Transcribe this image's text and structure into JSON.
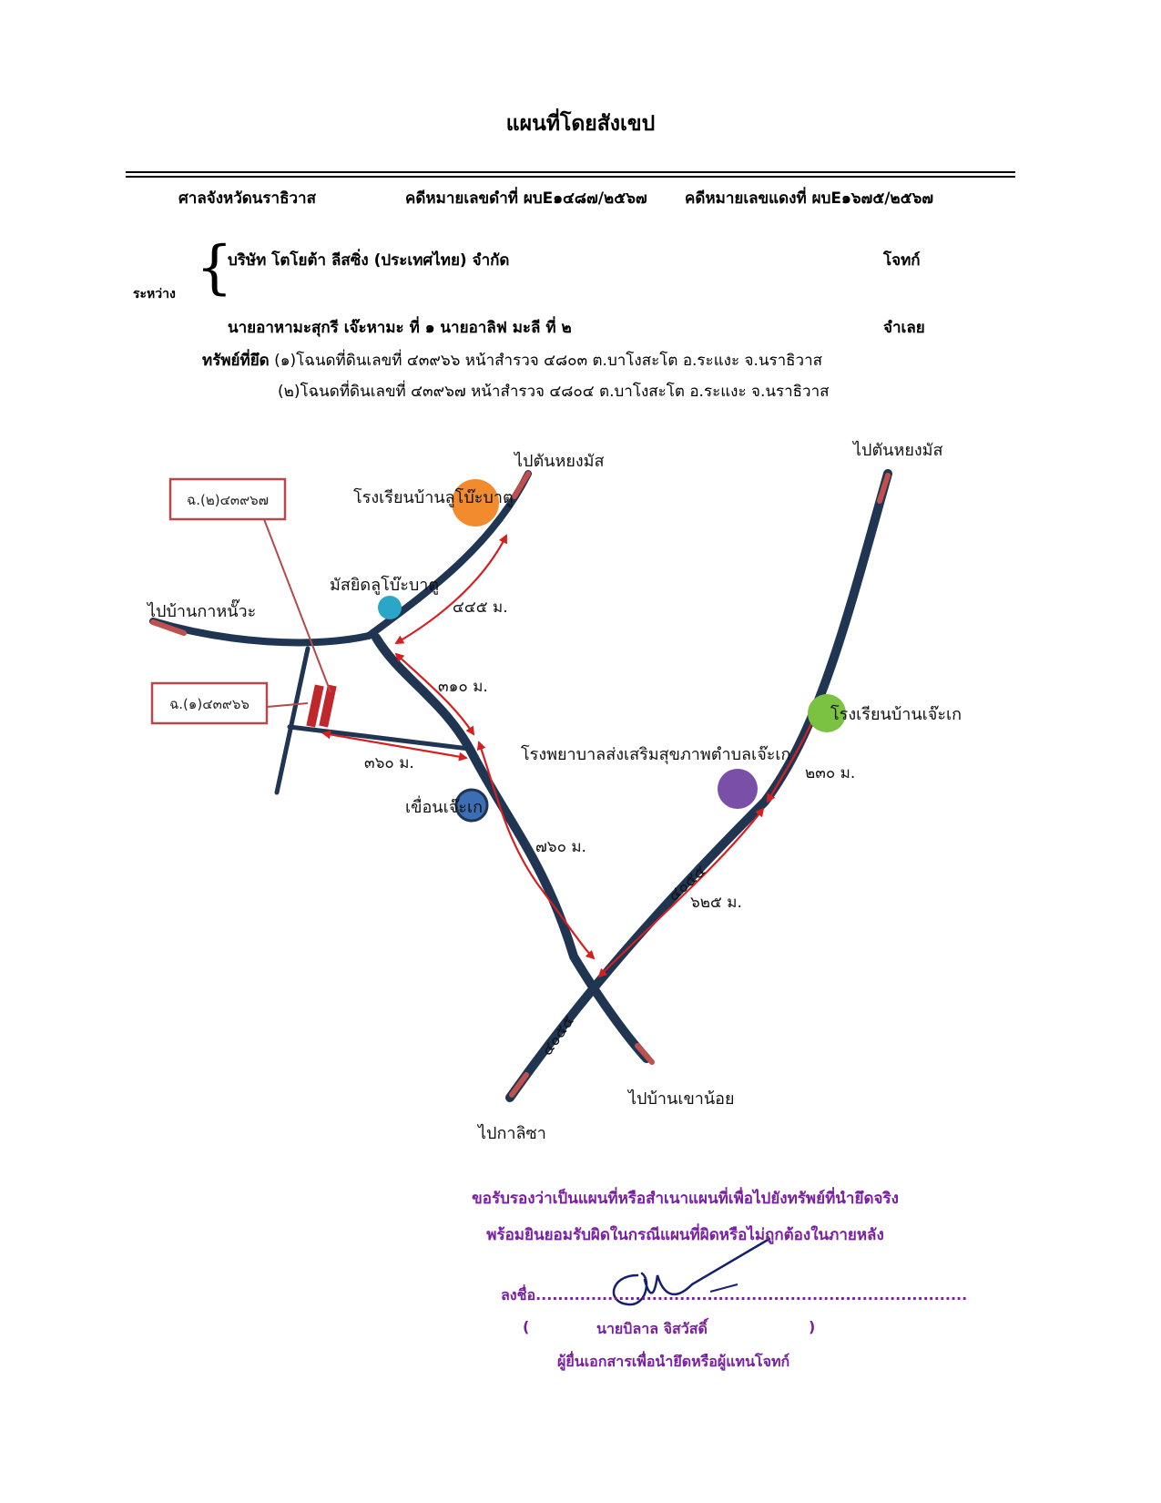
{
  "document": {
    "title": "แผนที่โดยสังเขป",
    "court": "ศาลจังหวัดนราธิวาส",
    "black_case": "คดีหมายเลขดำที่ ผบE๑๔๘๗/๒๕๖๗",
    "red_case": "คดีหมายเลขแดงที่ ผบE๑๖๗๕/๒๕๖๗",
    "between_label": "ระหว่าง",
    "plaintiff": "บริษัท โตโยต้า ลีสซิ่ง (ประเทศไทย) จำกัด",
    "plaintiff_role": "โจทก์",
    "defendant": "นายอาหามะสุกรี เจ๊ะหามะ ที่ ๑ นายอาลิฟ มะลี ที่ ๒",
    "defendant_role": "จำเลย",
    "property_label": "ทรัพย์ที่ยึด",
    "property_1": "(๑)โฉนดที่ดินเลขที่ ๔๓๙๖๖ หน้าสำรวจ ๔๘๐๓ ต.บาโงสะโต อ.ระแงะ จ.นราธิวาส",
    "property_2": "(๒)โฉนดที่ดินเลขที่ ๔๓๙๖๗ หน้าสำรวจ ๔๘๐๔ ต.บาโงสะโต อ.ระแงะ จ.นราธิวาส"
  },
  "map": {
    "destinations": {
      "ton_yong_mas_1": "ไปตันหยงมัส",
      "ton_yong_mas_2": "ไปตันหยงมัส",
      "ban_ka_nua": "ไปบ้านกาหนั๊วะ",
      "ka_li_sa": "ไปกาลิซา",
      "ban_khao_noi": "ไปบ้านเขาน้อย"
    },
    "landmarks": {
      "school_luboh_batu": "โรงเรียนบ้านลูโบ๊ะบาตู",
      "mosque_luboh_batu": "มัสยิดลูโบ๊ะบาตู",
      "school_jeh_ke": "โรงเรียนบ้านเจ๊ะเก",
      "health_hospital": "โรงพยาบาลส่งเสริมสุขภาพตำบลเจ๊ะเก",
      "jeh_ke_dam": "เขื่อนเจ๊ะเก"
    },
    "landmark_colors": {
      "school_luboh_batu": "#f28a2e",
      "mosque_luboh_batu": "#2aa6c6",
      "school_jeh_ke": "#7cc242",
      "health_hospital": "#7a4fa8",
      "jeh_ke_dam": "#3b6eb5"
    },
    "parcels": {
      "parcel_2": "ฉ.(๒)๔๓๙๖๗",
      "parcel_1": "ฉ.(๑)๔๓๙๖๖"
    },
    "distances": {
      "d445": "๔๔๕ ม.",
      "d310": "๓๑๐ ม.",
      "d360": "๓๖๐ ม.",
      "d760": "๗๖๐ ม.",
      "d230": "๒๓๐ ม.",
      "d625": "๖๒๕ ม."
    },
    "road_numbers": {
      "upper": "๔๐๕๕",
      "lower": "๔๐๕๕"
    },
    "colors": {
      "road": "#1f3552",
      "arrow": "#d42020",
      "parcel_box": "#b5494c"
    }
  },
  "certification": {
    "line1": "ขอรับรองว่าเป็นแผนที่หรือสำเนาแผนที่เพื่อไปยังทรัพย์ที่นำยึดจริง",
    "line2": "พร้อมยินยอมรับผิดในกรณีแผนที่ผิดหรือไม่ถูกต้องในภายหลัง",
    "sign_label": "ลงชื่อ",
    "sign_dots": "..............................................................................",
    "open_paren": "(",
    "name": "นายบิลาล   จิสวัสดิ์",
    "close_paren": ")",
    "role": "ผู้ยื่นเอกสารเพื่อนำยึดหรือผู้แทนโจทก์"
  }
}
